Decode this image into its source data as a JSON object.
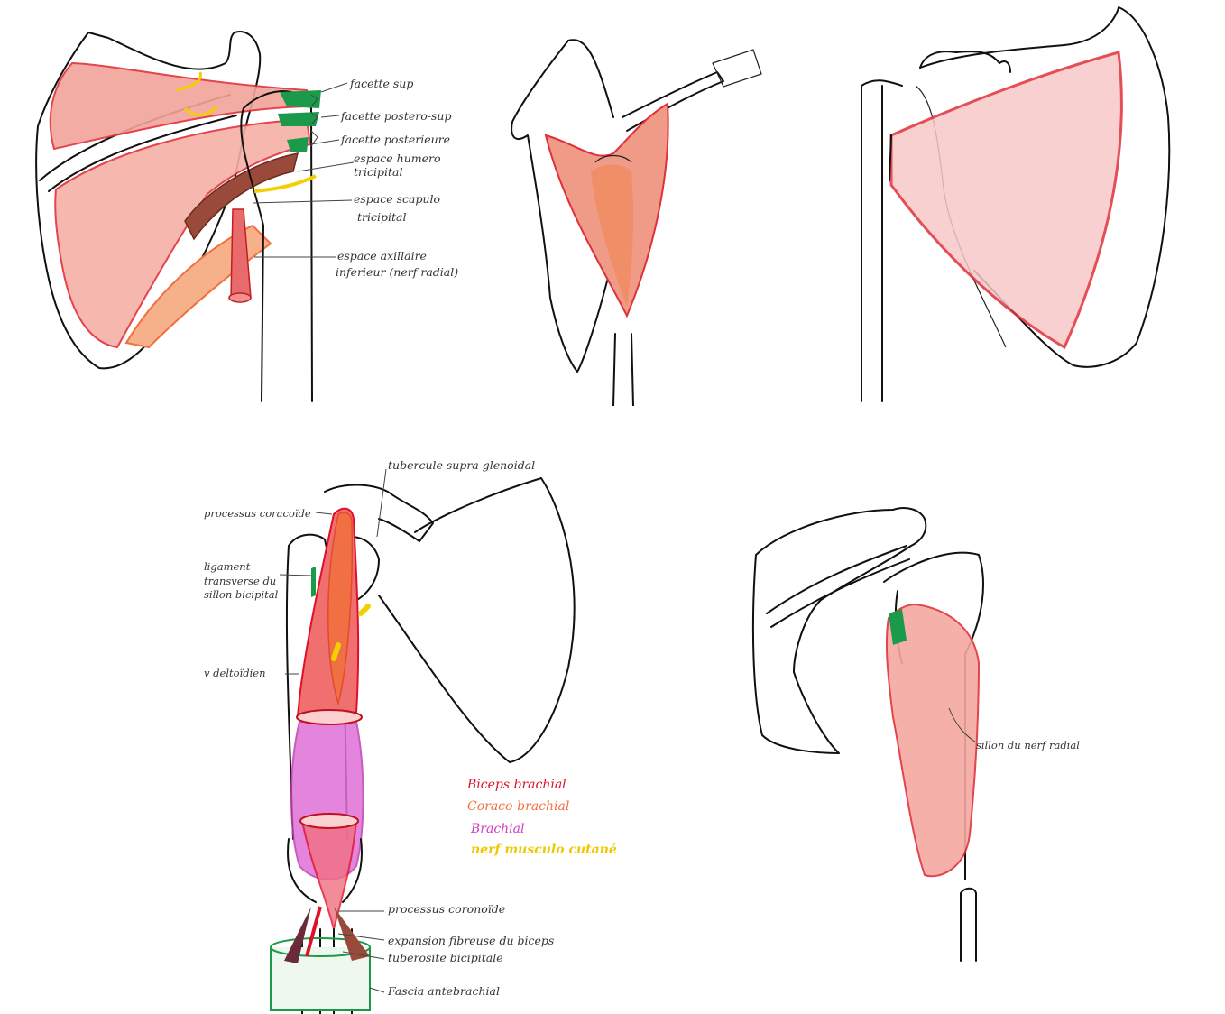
{
  "panel1": {
    "labels": {
      "facette_sup": "facette sup",
      "facette_postero_sup": "facette postero-sup",
      "facette_posterieure": "facette posterieure",
      "espace_humero_1": "espace humero",
      "espace_humero_2": "tricipital",
      "espace_scapulo_1": "espace scapulo",
      "espace_scapulo_2": "tricipital",
      "espace_axillaire_1": "espace axillaire",
      "espace_axillaire_2": "inferieur (nerf radial)"
    }
  },
  "panel4": {
    "labels": {
      "tubercule": "tubercule supra glenoidal",
      "processus_coracoide": "processus coracoïde",
      "ligament_1": "ligament",
      "ligament_2": "transverse du",
      "ligament_3": "sillon bicipital",
      "deltoidien": "v deltoïdien",
      "processus_coronoide": "processus coronoïde",
      "expansion": "expansion fibreuse du biceps",
      "tuberosite": "tuberosite bicipitale",
      "fascia": "Fascia antebrachial"
    },
    "legend": [
      {
        "label": "Biceps brachial",
        "color": "#e0102a"
      },
      {
        "label": "Coraco-brachial",
        "color": "#f07040"
      },
      {
        "label": "Brachial",
        "color": "#d040c0"
      },
      {
        "label": "nerf musculo cutané",
        "color": "#f0c800"
      }
    ]
  },
  "panel5": {
    "labels": {
      "sillon": "sillon du nerf radial"
    }
  },
  "colors": {
    "muscle_red": "#e8333c",
    "muscle_fill": "#f2a49a",
    "orange": "#f08a5a",
    "green": "#1a9a4a",
    "yellow": "#f2d000",
    "pink": "#e070d8"
  }
}
